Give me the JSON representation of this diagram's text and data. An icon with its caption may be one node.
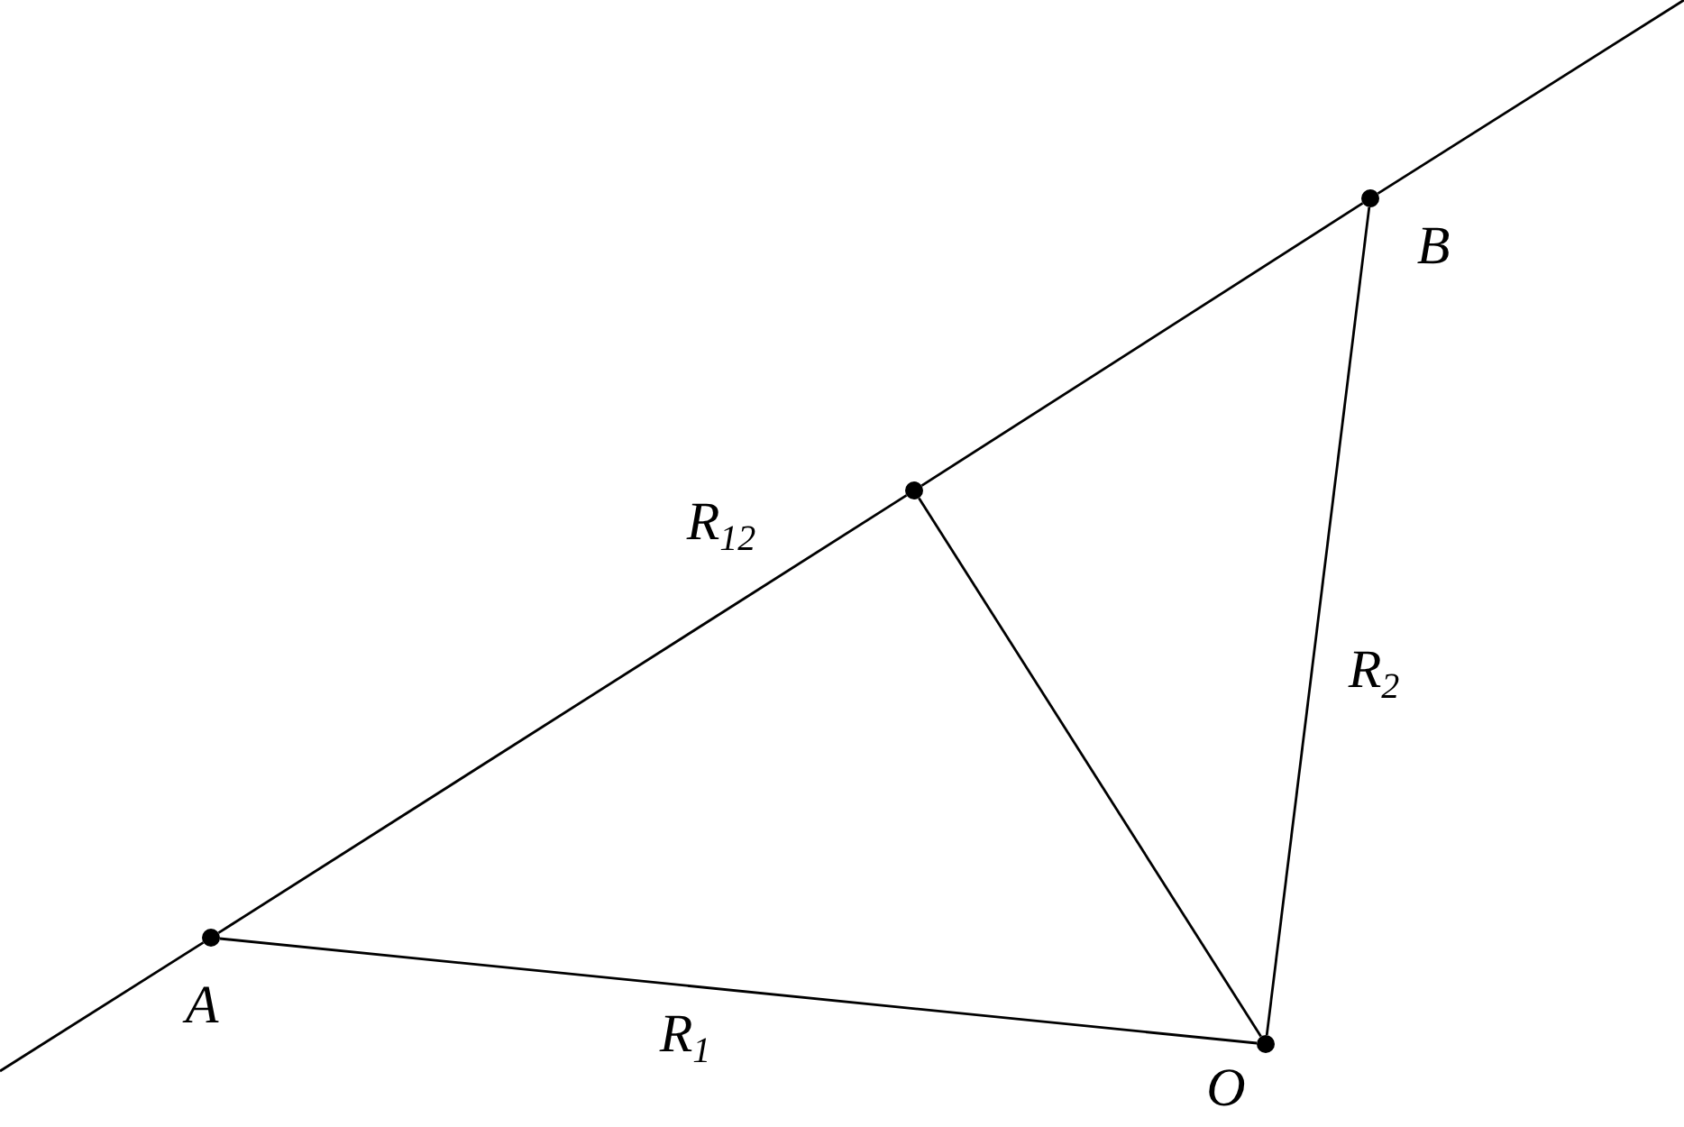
{
  "diagram": {
    "nodes": [
      {
        "text": [],
        "shape": "dot",
        "beside": [
          "B"
        ]
      },
      {
        "text": [],
        "shape": "dot"
      },
      {
        "text": [],
        "shape": "dot",
        "beside": [
          "A"
        ]
      },
      {
        "text": [],
        "shape": "dot",
        "beside": [
          "O"
        ]
      }
    ],
    "edges": [
      {
        "from": null,
        "to": 2,
        "arrow": "none"
      },
      {
        "from": 2,
        "to": 1,
        "arrow": "none",
        "label": "R$_{12}$"
      },
      {
        "from": 1,
        "to": 0,
        "arrow": "none"
      },
      {
        "from": 0,
        "to": null,
        "arrow": "none"
      },
      {
        "from": 1,
        "to": 3,
        "arrow": "none"
      },
      {
        "from": 2,
        "to": 3,
        "arrow": "none",
        "label": "R$_{1}$"
      },
      {
        "from": 3,
        "to": 0,
        "arrow": "none",
        "label": "R$_{2}$"
      }
    ]
  }
}
